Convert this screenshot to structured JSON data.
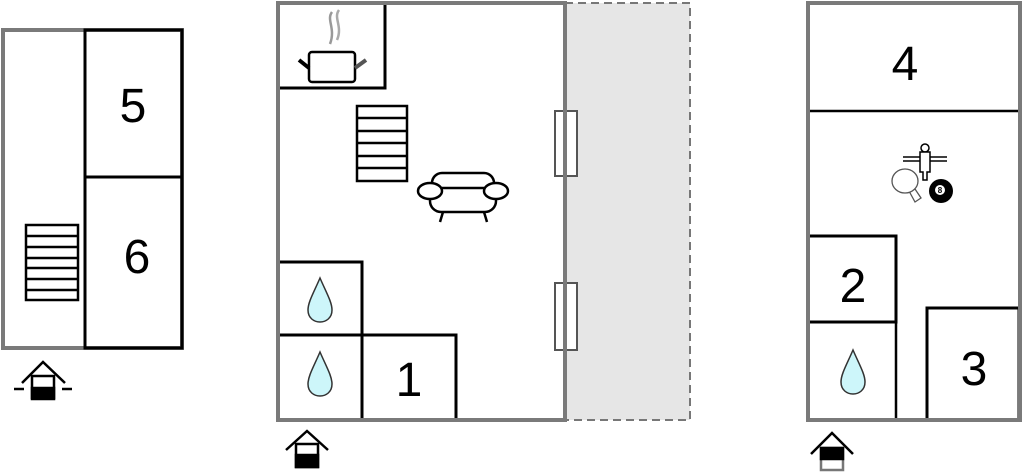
{
  "rooms": {
    "room_5": "5",
    "room_6": "6",
    "room_1": "1",
    "room_4": "4",
    "room_2": "2",
    "room_3": "3"
  },
  "colors": {
    "wall": "#7a7a7a",
    "line": "#000000",
    "terrace": "#e6e6e6",
    "water": "#cdf6fa"
  },
  "icons": [
    "entrance-icon",
    "stairs-icon",
    "kitchen-icon",
    "sofa-icon",
    "window-icon",
    "water-drop-icon",
    "table-football-icon",
    "ping-pong-icon",
    "billiard-ball-icon"
  ],
  "billiard_number": "8"
}
